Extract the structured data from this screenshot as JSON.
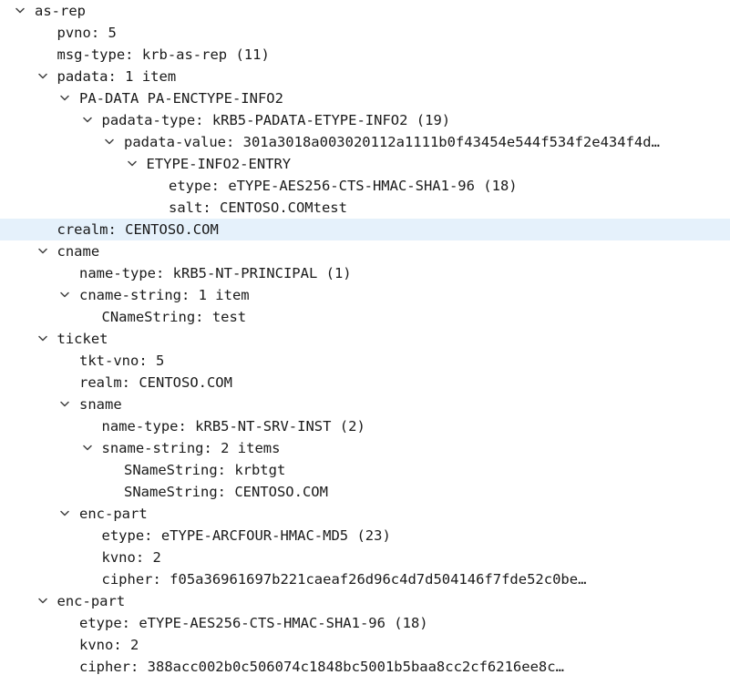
{
  "tree": [
    {
      "text": "as-rep",
      "level": 0,
      "expander": true,
      "selected": false
    },
    {
      "text": "pvno: 5",
      "level": 1,
      "expander": false,
      "selected": false
    },
    {
      "text": "msg-type: krb-as-rep (11)",
      "level": 1,
      "expander": false,
      "selected": false
    },
    {
      "text": "padata: 1 item",
      "level": 1,
      "expander": true,
      "selected": false
    },
    {
      "text": "PA-DATA PA-ENCTYPE-INFO2",
      "level": 2,
      "expander": true,
      "selected": false
    },
    {
      "text": "padata-type: kRB5-PADATA-ETYPE-INFO2 (19)",
      "level": 3,
      "expander": true,
      "selected": false
    },
    {
      "text": "padata-value: 301a3018a003020112a1111b0f43454e544f534f2e434f4d…",
      "level": 4,
      "expander": true,
      "selected": false
    },
    {
      "text": "ETYPE-INFO2-ENTRY",
      "level": 5,
      "expander": true,
      "selected": false
    },
    {
      "text": "etype: eTYPE-AES256-CTS-HMAC-SHA1-96 (18)",
      "level": 6,
      "expander": false,
      "selected": false
    },
    {
      "text": "salt: CENTOSO.COMtest",
      "level": 6,
      "expander": false,
      "selected": false
    },
    {
      "text": "crealm: CENTOSO.COM",
      "level": 1,
      "expander": false,
      "selected": true
    },
    {
      "text": "cname",
      "level": 1,
      "expander": true,
      "selected": false
    },
    {
      "text": "name-type: kRB5-NT-PRINCIPAL (1)",
      "level": 2,
      "expander": false,
      "selected": false
    },
    {
      "text": "cname-string: 1 item",
      "level": 2,
      "expander": true,
      "selected": false
    },
    {
      "text": "CNameString: test",
      "level": 3,
      "expander": false,
      "selected": false
    },
    {
      "text": "ticket",
      "level": 1,
      "expander": true,
      "selected": false
    },
    {
      "text": "tkt-vno: 5",
      "level": 2,
      "expander": false,
      "selected": false
    },
    {
      "text": "realm: CENTOSO.COM",
      "level": 2,
      "expander": false,
      "selected": false
    },
    {
      "text": "sname",
      "level": 2,
      "expander": true,
      "selected": false
    },
    {
      "text": "name-type: kRB5-NT-SRV-INST (2)",
      "level": 3,
      "expander": false,
      "selected": false
    },
    {
      "text": "sname-string: 2 items",
      "level": 3,
      "expander": true,
      "selected": false
    },
    {
      "text": "SNameString: krbtgt",
      "level": 4,
      "expander": false,
      "selected": false
    },
    {
      "text": "SNameString: CENTOSO.COM",
      "level": 4,
      "expander": false,
      "selected": false
    },
    {
      "text": "enc-part",
      "level": 2,
      "expander": true,
      "selected": false
    },
    {
      "text": "etype: eTYPE-ARCFOUR-HMAC-MD5 (23)",
      "level": 3,
      "expander": false,
      "selected": false
    },
    {
      "text": "kvno: 2",
      "level": 3,
      "expander": false,
      "selected": false
    },
    {
      "text": "cipher: f05a36961697b221caeaf26d96c4d7d504146f7fde52c0be…",
      "level": 3,
      "expander": false,
      "selected": false
    },
    {
      "text": "enc-part",
      "level": 1,
      "expander": true,
      "selected": false
    },
    {
      "text": "etype: eTYPE-AES256-CTS-HMAC-SHA1-96 (18)",
      "level": 2,
      "expander": false,
      "selected": false
    },
    {
      "text": "kvno: 2",
      "level": 2,
      "expander": false,
      "selected": false
    },
    {
      "text": "cipher: 388acc002b0c506074c1848bc5001b5baa8cc2cf6216ee8c…",
      "level": 2,
      "expander": false,
      "selected": false
    }
  ],
  "colors": {
    "text": "#1a1a1a",
    "chevron": "#404040",
    "selection": "#e5f1fb"
  },
  "icons": {
    "expander": "chevron-down-icon"
  }
}
